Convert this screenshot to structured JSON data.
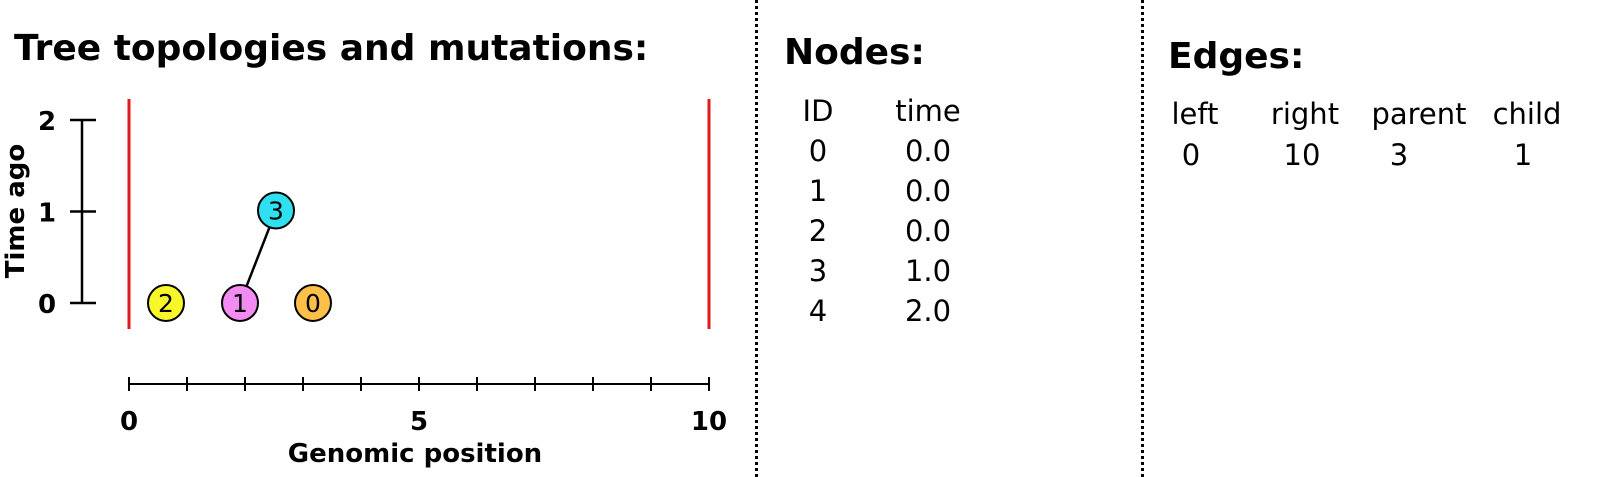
{
  "trees_panel": {
    "title": "Tree topologies and mutations:",
    "y_axis_label": "Time ago",
    "y_ticks": [
      "0",
      "1",
      "2"
    ],
    "x_axis_label": "Genomic position",
    "x_tick_labels": [
      "0",
      "5",
      "10"
    ],
    "x_range": [
      0,
      10
    ],
    "y_range": [
      0,
      2
    ],
    "breakpoints": [
      0,
      10
    ],
    "breakpoint_color": "#e31a1c",
    "nodes": [
      {
        "id": "2",
        "time": 0,
        "color": "#f7f72a"
      },
      {
        "id": "1",
        "time": 0,
        "color": "#f28cf2"
      },
      {
        "id": "0",
        "time": 0,
        "color": "#ffc04a"
      },
      {
        "id": "3",
        "time": 1,
        "color": "#2ee0f0"
      }
    ],
    "edges": [
      {
        "parent": "3",
        "child": "1"
      }
    ]
  },
  "nodes_panel": {
    "title": "Nodes:",
    "headers": [
      "ID",
      "time"
    ],
    "rows": [
      [
        "0",
        "0.0"
      ],
      [
        "1",
        "0.0"
      ],
      [
        "2",
        "0.0"
      ],
      [
        "3",
        "1.0"
      ],
      [
        "4",
        "2.0"
      ]
    ]
  },
  "edges_panel": {
    "title": "Edges:",
    "headers": [
      "left",
      "right",
      "parent",
      "child"
    ],
    "rows": [
      [
        "0",
        "10",
        "3",
        "1"
      ]
    ]
  }
}
